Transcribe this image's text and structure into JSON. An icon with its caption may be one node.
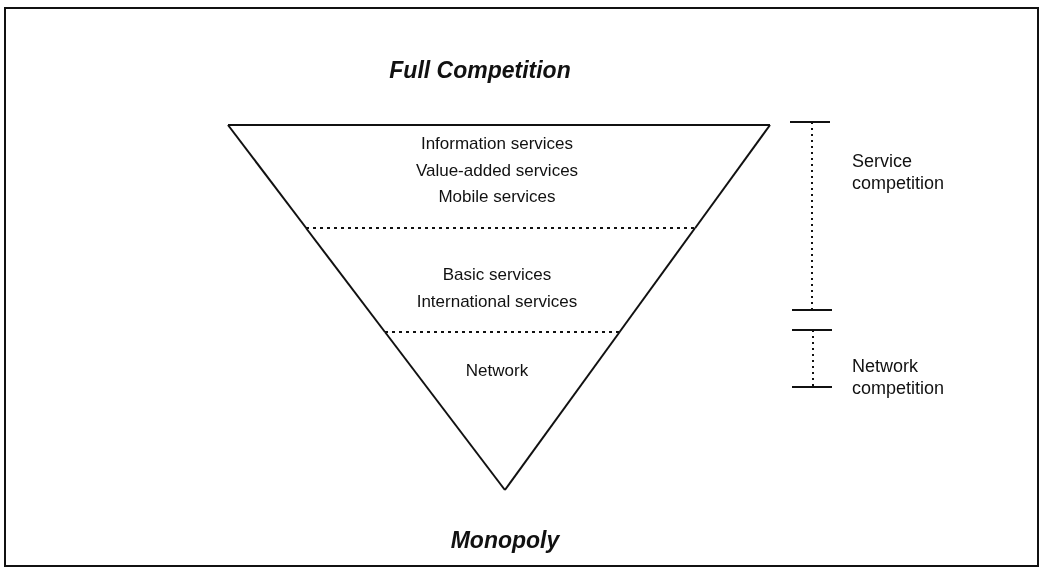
{
  "diagram": {
    "nodes": [
      {
        "text": [
          "Information services",
          "Value-added services",
          "Mobile services"
        ]
      },
      {
        "text": [
          "Basic services",
          "International services"
        ]
      },
      {
        "text": [
          "Network"
        ]
      }
    ],
    "labels": [
      "Full Competition",
      "Service competition",
      "Network competition",
      "Monopoly"
    ]
  }
}
